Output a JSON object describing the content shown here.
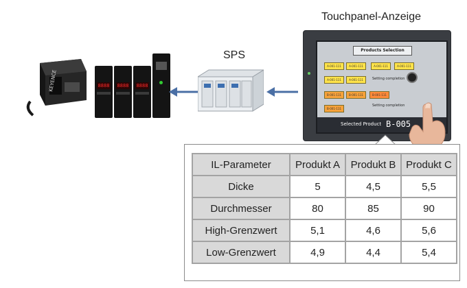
{
  "labels": {
    "sps": "SPS",
    "touchpanel": "Touchpanel-Anzeige"
  },
  "screen": {
    "title": "Products Selection",
    "buttons": [
      "A-001-111",
      "A-001-111",
      "A-001-111",
      "A-001-111",
      "A-001-111",
      "A-001-111",
      "B-001-111",
      "B-001-111",
      "B-001-111",
      "B-001-111"
    ],
    "setting1": "Setting completion",
    "setting2": "Setting completion",
    "selected_label": "Selected Product",
    "selected_value": "B-005"
  },
  "amplifier_display": [
    "8888",
    "8888",
    "8888"
  ],
  "table": {
    "header": [
      "IL-Parameter",
      "Produkt A",
      "Produkt B",
      "Produkt C"
    ],
    "rows": [
      [
        "Dicke",
        "5",
        "4,5",
        "5,5"
      ],
      [
        "Durchmesser",
        "80",
        "85",
        "90"
      ],
      [
        "High-Grenzwert",
        "5,1",
        "4,6",
        "5,6"
      ],
      [
        "Low-Grenzwert",
        "4,9",
        "4,4",
        "5,4"
      ]
    ]
  }
}
